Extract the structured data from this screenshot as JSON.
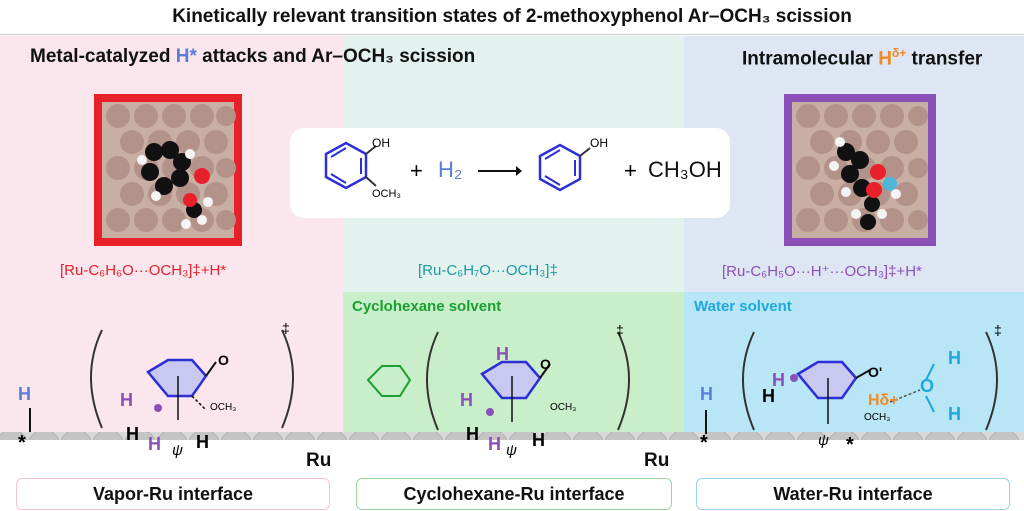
{
  "title": "Kinetically relevant transition states of 2-methoxyphenol Ar–OCH₃ scission",
  "panels": {
    "left_heading": {
      "pre": "Metal-catalyzed ",
      "h": "H*",
      "post": " attacks and Ar–OCH₃ scission"
    },
    "right_heading": {
      "pre": "Intramolecular ",
      "h": "H",
      "sup": "δ+",
      "post": " transfer"
    }
  },
  "reaction": {
    "reactant_oh": "OH",
    "reactant_och3": "OCH₃",
    "plus1": "+",
    "h2": "H₂",
    "product_oh": "OH",
    "plus2": "+",
    "methanol": "CH₃OH"
  },
  "transition_states": {
    "vapor": "[Ru-C₆H₆O···OCH₃]‡+H*",
    "cyclohexane": "[Ru-C₆H₇O···OCH₃]‡",
    "water": "[Ru-C₆H₅O···H⁺···OCH₃]‡+H*"
  },
  "solvents": {
    "cyclohexane": "Cyclohexane solvent",
    "water": "Water solvent"
  },
  "structures": {
    "dagger": "‡",
    "ring_o": "O",
    "ring_o_radical": "O'",
    "och3": "OCH₃",
    "h": "H",
    "psi": "ψ",
    "star": "*",
    "h_delta": "Hδ+",
    "water_o": "O",
    "ru": "Ru"
  },
  "interfaces": {
    "vapor": "Vapor-Ru interface",
    "cyclohexane": "Cyclohexane-Ru interface",
    "water": "Water-Ru interface"
  },
  "colors": {
    "hstar_blue": "#5b7fd8",
    "hdelta_orange": "#f08a24",
    "red": "#e8202a",
    "teal": "#1b9aa0",
    "purple": "#8b4fb8",
    "green": "#1aa032",
    "cyan": "#1fa8dc",
    "ring_blue": "#2a2fd6"
  }
}
